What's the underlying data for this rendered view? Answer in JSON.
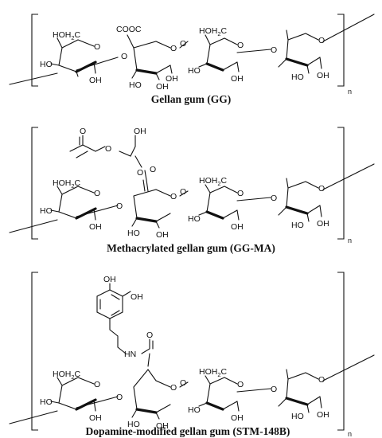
{
  "panels": [
    {
      "caption": "Gellan gum (GG)",
      "repeat": "n",
      "labels": {
        "hoh2c1": "HOH",
        "hoh2c1_sub": "2",
        "hoh2c1_c": "C",
        "o_ring1": "O",
        "ho_1": "HO",
        "oh_1": "OH",
        "cooc": "COOC",
        "o_ring2": "O",
        "oh_2a": "OH",
        "ho_2": "HO",
        "oh_2b": "OH",
        "o_link1": "O",
        "hoh2c3": "HOH",
        "hoh2c3_sub": "2",
        "hoh2c3_c": "C",
        "o_ring3": "O",
        "ho_3": "HO",
        "oh_3": "OH",
        "o_link2": "O",
        "o_ring4": "O",
        "o_ring4b": "O",
        "ho_4": "HO",
        "oh_4": "OH"
      }
    },
    {
      "caption": "Methacrylated gellan gum (GG-MA)",
      "repeat": "n",
      "labels": {
        "o_ester": "O",
        "o_eth1": "O",
        "oh_top": "OH",
        "o_eth2": "O",
        "o_keto": "O",
        "hoh2c1": "HOH",
        "hoh2c1_sub": "2",
        "hoh2c1_c": "C",
        "o_ring1": "O",
        "ho_1": "HO",
        "oh_1": "OH",
        "o_ring2": "O",
        "ho_2": "HO",
        "oh_2b": "OH",
        "o_link1": "O",
        "hoh2c3": "HOH",
        "hoh2c3_sub": "2",
        "hoh2c3_c": "C",
        "o_ring3": "O",
        "ho_3": "HO",
        "oh_3": "OH",
        "o_link2": "O",
        "o_ring4": "O",
        "o_ring4b": "O",
        "ho_4": "HO",
        "oh_4": "OH"
      }
    },
    {
      "caption": "Dopamine-modified gellan gum (STM-148B)",
      "repeat": "n",
      "labels": {
        "oh_cat1": "OH",
        "oh_cat2": "OH",
        "hn": "HN",
        "o_amide": "O",
        "hoh2c1": "HOH",
        "hoh2c1_sub": "2",
        "hoh2c1_c": "C",
        "o_ring1": "O",
        "ho_1": "HO",
        "oh_1": "OH",
        "o_ring2": "O",
        "ho_2": "HO",
        "oh_2b": "OH",
        "o_link1": "O",
        "hoh2c3": "HOH",
        "hoh2c3_sub": "2",
        "hoh2c3_c": "C",
        "o_ring3": "O",
        "ho_3": "HO",
        "oh_3": "OH",
        "o_link2": "O",
        "o_ring4": "O",
        "o_ring4b": "O",
        "ho_4": "HO",
        "oh_4": "OH"
      }
    }
  ]
}
